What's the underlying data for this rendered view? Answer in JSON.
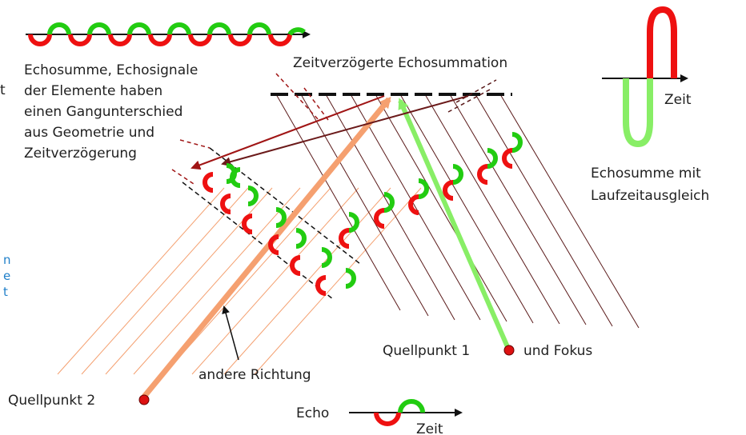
{
  "labels": {
    "echosumme_lines": [
      "Echosumme, Echosignale",
      "der Elemente haben",
      "einen Gangunterschied",
      "aus Geometrie und",
      "Zeitverzögerung"
    ],
    "zeitverzoegerte": "Zeitverzögerte Echosummation",
    "zeit_top": "Zeit",
    "echosumme_mit_lines": [
      "Echosumme mit",
      "Laufzeitausgleich"
    ],
    "left_cut_lines": [
      "n",
      "e",
      "t"
    ],
    "left_cut_t": "t",
    "quellpunkt1": "Quellpunkt 1",
    "und_fokus": "und Fokus",
    "andere_richtung": "andere Richtung",
    "quellpunkt2": "Quellpunkt 2",
    "echo": "Echo",
    "zeit_bottom": "Zeit"
  },
  "colors": {
    "positive_halfwave": "#22cc11",
    "negative_halfwave": "#ee1111",
    "element_lines": "#5a1a1a",
    "other_direction_lines": "#f4a070",
    "beam_orange": "#f5a070",
    "beam_green": "#88ee66",
    "point_marker": "#dd1111",
    "annotation_arrow": "#6b1a1a"
  }
}
